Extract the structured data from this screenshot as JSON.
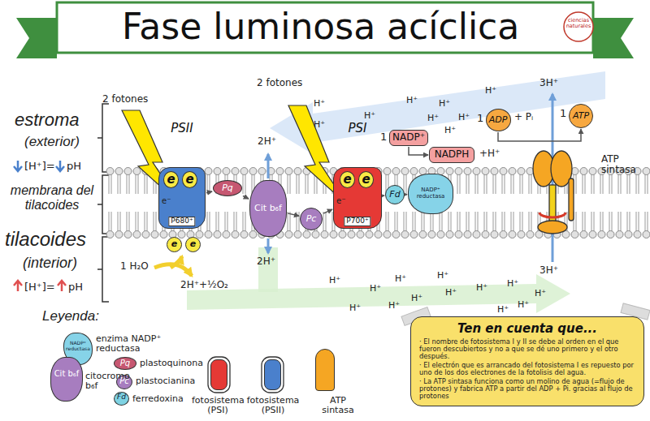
{
  "diagram": {
    "title": "Fase luminosa acíclica",
    "nodes": [
      {
        "text": [
          "PSII",
          "P680⁺"
        ]
      },
      {
        "text": [
          "e"
        ],
        "in": 0
      },
      {
        "text": [
          "e"
        ],
        "in": 0
      },
      {
        "text": [
          "Pq"
        ]
      },
      {
        "text": [
          "Cit b₆f"
        ]
      },
      {
        "text": [
          "Pc"
        ]
      },
      {
        "text": [
          "PSI",
          "P700⁺"
        ]
      },
      {
        "text": [
          "e"
        ],
        "in": 6
      },
      {
        "text": [
          "e"
        ],
        "in": 6
      },
      {
        "text": [
          "Fd"
        ]
      },
      {
        "text": [
          "NADP⁺ reductasa"
        ]
      },
      {
        "text": [
          "NADP⁺"
        ]
      },
      {
        "text": [
          "NADPH"
        ]
      },
      {
        "text": [
          "ADP"
        ]
      },
      {
        "text": [
          "ATP"
        ]
      },
      {
        "text": [
          "e"
        ]
      },
      {
        "text": [
          "e"
        ]
      },
      {
        "text": [
          "Ten en cuenta que...",
          "· El nombre de fotosistema I y II se debe al orden en el que fueron descubiertos y no a que se dé uno primero y el otro después.",
          "· El electrón que es arrancado del fotosistema I es repuesto por uno de los dos electrones de la fotolisis del agua.",
          "· La ATP sintasa funciona como un molino de agua (=flujo de protones) y fabrica ATP a partir del ADP + Pi. gracias al flujo de protones"
        ]
      }
    ],
    "edges": [
      {
        "from": 0,
        "to": 3,
        "arrow": "to"
      },
      {
        "from": 3,
        "to": 4,
        "arrow": "to"
      },
      {
        "from": 4,
        "to": 5,
        "arrow": "to"
      },
      {
        "from": 5,
        "to": 6,
        "arrow": "to"
      },
      {
        "from": 6,
        "to": 9,
        "arrow": "to"
      },
      {
        "from": 9,
        "to": 10,
        "arrow": "to"
      },
      {
        "from": 11,
        "to": 12,
        "arrow": "to"
      },
      {
        "from": 13,
        "to": 14,
        "arrow": "to"
      }
    ],
    "labels": [
      "ciencias naturales",
      "estroma",
      "(exterior)",
      "[H⁺]=",
      "pH",
      "membrana del tilacoides",
      "tilacoides",
      "(interior)",
      "[H⁺]=",
      "pH",
      "2 fotones",
      "2 fotones",
      "2H⁺",
      "2H⁺",
      "1 H₂O",
      "2H⁺+½O₂",
      "e⁻",
      "e⁻",
      "1",
      "+H⁺",
      "1",
      "+ Pᵢ",
      "1",
      "3H⁺",
      "3H⁺",
      "ATP sintasa",
      "H⁺",
      "H⁺",
      "H⁺",
      "H⁺",
      "H⁺",
      "H⁺",
      "H⁺",
      "H⁺",
      "H⁺",
      "H⁺",
      "H⁺",
      "H⁺",
      "H⁺",
      "H⁺",
      "H⁺",
      "H⁺",
      "H⁺",
      "H⁺",
      "H⁺",
      "H⁺",
      "H⁺",
      "H⁺",
      "Leyenda:",
      "NADP⁺ reductasa",
      "Cit b₆f",
      "Pq",
      "Pc",
      "Fd"
    ],
    "legend": [
      {
        "text": "enzima NADP⁺ reductasa",
        "color": "#86d3e8"
      },
      {
        "text": "citocromo b₆f",
        "color": "#a77dbf"
      },
      {
        "text": "plastoquinona",
        "color": "#c65771"
      },
      {
        "text": "plastocianina",
        "color": "#a77dbf"
      },
      {
        "text": "ferredoxina",
        "color": "#7fd3e3"
      },
      {
        "text": "fotosistema (PSI)",
        "color": "#e53935"
      },
      {
        "text": "fotosistema (PSII)",
        "color": "#4a80cc"
      },
      {
        "text": "ATP sintasa",
        "color": "#f5a623"
      }
    ]
  }
}
